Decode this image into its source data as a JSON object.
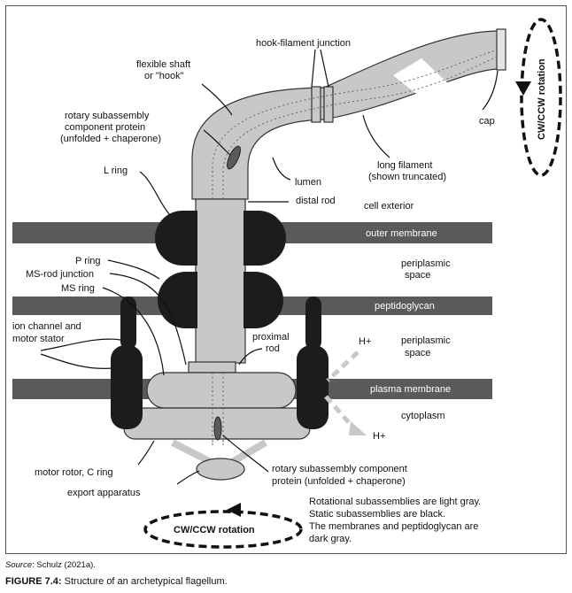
{
  "labels": {
    "hook_filament_junction": "hook-filament junction",
    "flexible_shaft_1": "flexible shaft",
    "flexible_shaft_2": "or \"hook\"",
    "rotary_top_1": "rotary subassembly",
    "rotary_top_2": "component protein",
    "rotary_top_3": "(unfolded + chaperone)",
    "l_ring": "L ring",
    "lumen": "lumen",
    "distal_rod": "distal rod",
    "long_filament_1": "long filament",
    "long_filament_2": "(shown truncated)",
    "cap": "cap",
    "cell_exterior": "cell exterior",
    "outer_membrane": "outer membrane",
    "p_ring": "P ring",
    "ms_rod_junction": "MS-rod junction",
    "ms_ring": "MS ring",
    "periplasmic_1a": "periplasmic",
    "periplasmic_1b": "space",
    "peptidoglycan": "peptidoglycan",
    "ion_channel_1": "ion channel and",
    "ion_channel_2": "motor stator",
    "proximal_rod_1": "proximal",
    "proximal_rod_2": "rod",
    "h_plus_top": "H+",
    "periplasmic_2a": "periplasmic",
    "periplasmic_2b": "space",
    "plasma_membrane": "plasma membrane",
    "cytoplasm": "cytoplasm",
    "h_plus_bottom": "H+",
    "motor_rotor": "motor rotor, C ring",
    "export_apparatus": "export apparatus",
    "rotary_bottom_1": "rotary subassembly component",
    "rotary_bottom_2": "protein (unfolded + chaperone)",
    "cw_ccw_vertical": "CW/CCW rotation",
    "cw_ccw_horizontal": "CW/CCW rotation"
  },
  "legend": [
    "Rotational subassemblies are light gray.",
    "Static subassemblies are black.",
    "The membranes and peptidoglycan are",
    "dark gray."
  ],
  "source": {
    "prefix": "Source",
    "text": ": Schulz (2021a)."
  },
  "caption": {
    "prefix": "FIGURE 7.4:",
    "text": " Structure of an archetypical flagellum."
  },
  "colors": {
    "light_gray": "#c8c8c8",
    "dark_gray": "#5a5a5a",
    "black": "#1c1c1c",
    "outline": "#333333"
  }
}
